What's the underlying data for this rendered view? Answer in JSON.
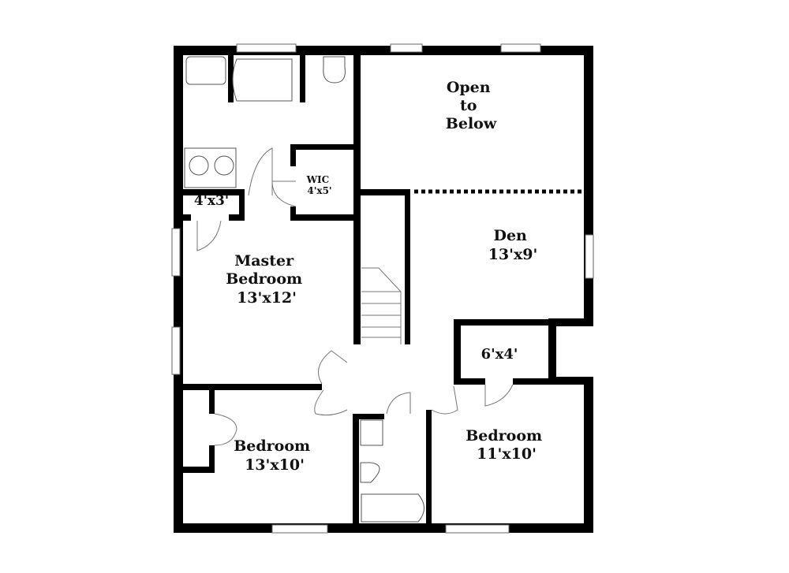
{
  "floor_plan": {
    "rooms": [
      {
        "id": "open-to-below",
        "lines": [
          "Open",
          "to",
          "Below"
        ]
      },
      {
        "id": "den",
        "lines": [
          "Den",
          "13'x9'"
        ]
      },
      {
        "id": "master-bedroom",
        "lines": [
          "Master",
          "Bedroom",
          "13'x12'"
        ]
      },
      {
        "id": "master-closet",
        "lines": [
          "4'x3'"
        ]
      },
      {
        "id": "wic",
        "lines": [
          "WIC",
          "4'x5'"
        ]
      },
      {
        "id": "closet-6x4",
        "lines": [
          "6'x4'"
        ]
      },
      {
        "id": "bedroom-left",
        "lines": [
          "Bedroom",
          "13'x10'"
        ]
      },
      {
        "id": "bedroom-right",
        "lines": [
          "Bedroom",
          "11'x10'"
        ]
      }
    ],
    "colors": {
      "wall": "#000000",
      "background": "#ffffff",
      "fixture_stroke": "#555555"
    }
  }
}
